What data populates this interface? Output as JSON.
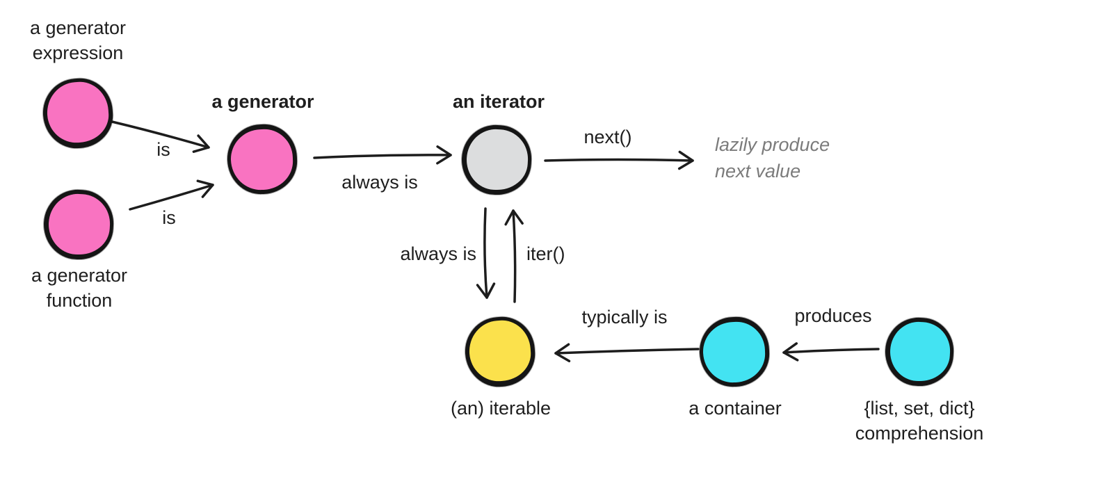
{
  "colors": {
    "generator_pink": "#f973c1",
    "iterator_gray": "#dcddde",
    "iterable_yellow": "#fbe14c",
    "container_cyan": "#43e3f2",
    "ink": "#1d1d1d",
    "muted_text": "#7b7b7b"
  },
  "nodes": {
    "generator_expression": {
      "label": "a generator\nexpression"
    },
    "generator_function": {
      "label": "a generator\nfunction"
    },
    "generator": {
      "label": "a generator"
    },
    "iterator": {
      "label": "an iterator"
    },
    "iterable": {
      "label": "(an) iterable"
    },
    "container": {
      "label": "a container"
    },
    "comprehension": {
      "label": "{list, set, dict}\ncomprehension"
    }
  },
  "edges": {
    "expr_is": "is",
    "func_is": "is",
    "always_is_horizontal": "always is",
    "next_call": "next()",
    "always_is_vertical": "always is",
    "iter_call": "iter()",
    "typically_is": "typically is",
    "produces": "produces"
  },
  "note": {
    "lazy": "lazily produce\nnext value"
  }
}
